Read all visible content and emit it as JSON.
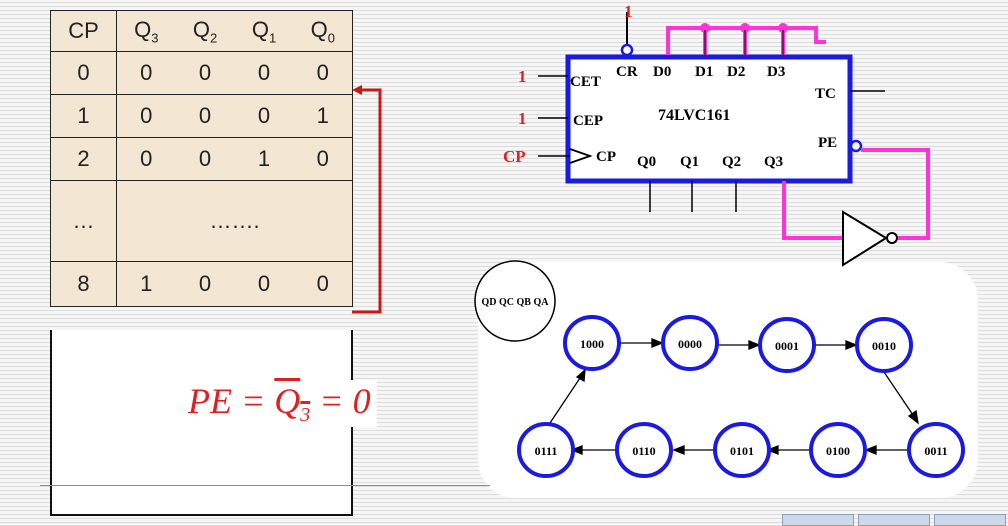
{
  "table": {
    "headers": [
      "CP",
      "Q3",
      "Q2",
      "Q1",
      "Q0"
    ],
    "rows": [
      {
        "cp": "0",
        "q": [
          "0",
          "0",
          "0",
          "0"
        ]
      },
      {
        "cp": "1",
        "q": [
          "0",
          "0",
          "0",
          "1"
        ]
      },
      {
        "cp": "2",
        "q": [
          "0",
          "0",
          "1",
          "0"
        ]
      }
    ],
    "ellipsis_cp": "…",
    "ellipsis_q": "…….",
    "last_row": {
      "cp": "8",
      "q": [
        "1",
        "0",
        "0",
        "0"
      ]
    }
  },
  "formula": {
    "lhs": "PE",
    "eq": "=",
    "rhs": "Q",
    "sub": "3",
    "tail": "= 0"
  },
  "chip": {
    "name": "74LVC161",
    "pin_cr": "CR",
    "pin_d0": "D0",
    "pin_d1": "D1",
    "pin_d2": "D2",
    "pin_d3": "D3",
    "pin_cet": "CET",
    "pin_cep": "CEP",
    "pin_cp": "CP",
    "pin_tc": "TC",
    "pin_pe": "PE",
    "pin_q0": "Q0",
    "pin_q1": "Q1",
    "pin_q2": "Q2",
    "pin_q3": "Q3",
    "cr_input": "1",
    "cet_input": "1",
    "cep_input": "1",
    "cp_input": "CP"
  },
  "state_legend": "QD QC QB QA",
  "states": [
    "1000",
    "0000",
    "0001",
    "0010",
    "0011",
    "0100",
    "0101",
    "0110",
    "0111"
  ],
  "colors": {
    "chip": "#1a1ae0",
    "wire_pink": "#ff33d6",
    "red": "#e02020",
    "state_ring": "#1a1ae0"
  }
}
